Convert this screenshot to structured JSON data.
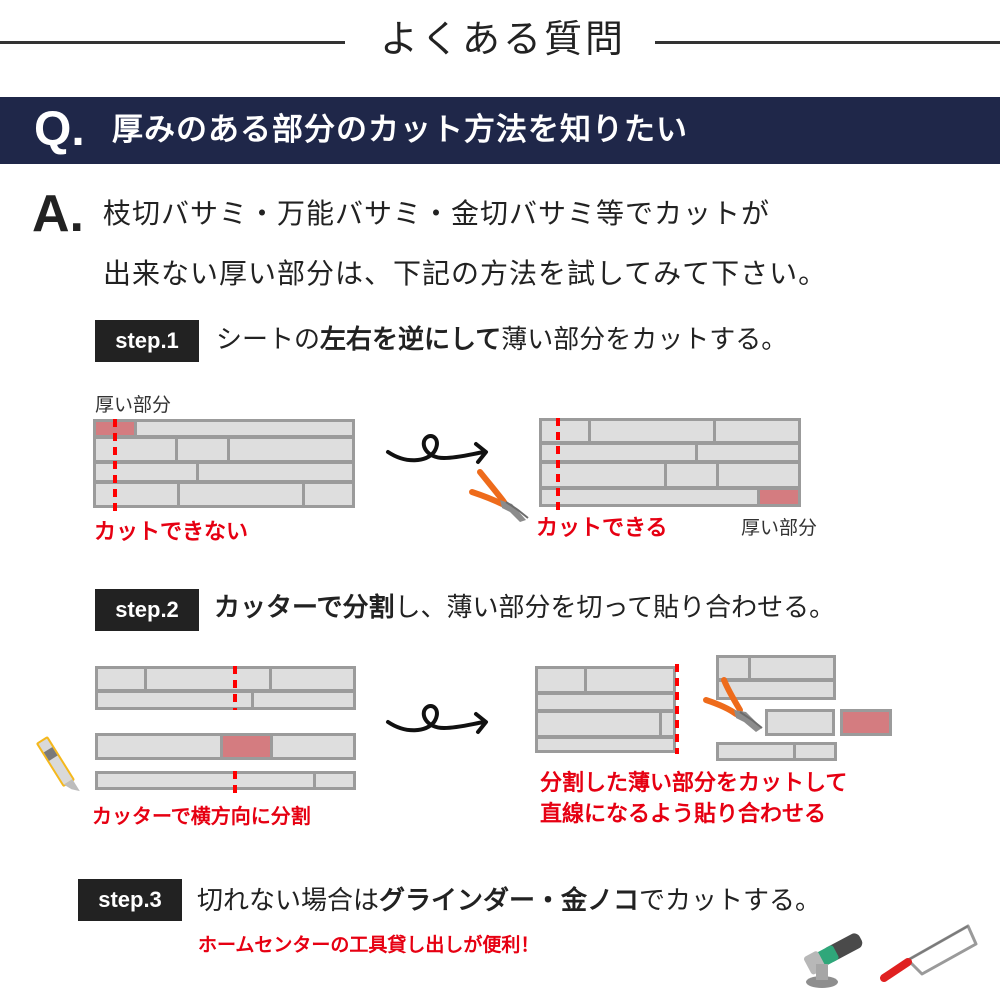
{
  "header": {
    "title": "よくある質問"
  },
  "question": {
    "mark": "Q.",
    "text": "厚みのある部分のカット方法を知りたい"
  },
  "answer": {
    "mark": "A.",
    "line1": "枝切バサミ・万能バサミ・金切バサミ等でカットが",
    "line2": "出来ない厚い部分は、下記の方法を試してみて下さい。"
  },
  "steps": [
    {
      "badge": "step.1",
      "text_parts": [
        "シートの",
        "左右を逆にして",
        "薄い部分をカットする。"
      ],
      "labels": {
        "thick_part_left": "厚い部分",
        "cannot_cut": "カットできない",
        "can_cut": "カットできる",
        "thick_part_right": "厚い部分"
      }
    },
    {
      "badge": "step.2",
      "text_parts": [
        "カッターで分割",
        "し、薄い部分を切って貼り合わせる。"
      ],
      "labels": {
        "split_horizontally": "カッターで横方向に分割",
        "result_line1": "分割した薄い部分をカットして",
        "result_line2": "直線になるよう貼り合わせる"
      }
    },
    {
      "badge": "step.3",
      "text_parts": [
        "切れない場合は",
        "グラインダー・金ノコ",
        "でカットする。"
      ],
      "note": "ホームセンターの工具貸し出しが便利！"
    }
  ],
  "icons": {
    "arrow": "curly-arrow-icon",
    "nippers": "nippers-icon",
    "cutter": "box-cutter-icon",
    "grinder": "angle-grinder-icon",
    "hacksaw": "hacksaw-icon"
  },
  "colors": {
    "navy": "#1f2749",
    "red": "#e60012",
    "tile": "#dedede",
    "tile_border": "#9b9b9b",
    "thick_pink": "#d47c80",
    "badge": "#222222"
  }
}
